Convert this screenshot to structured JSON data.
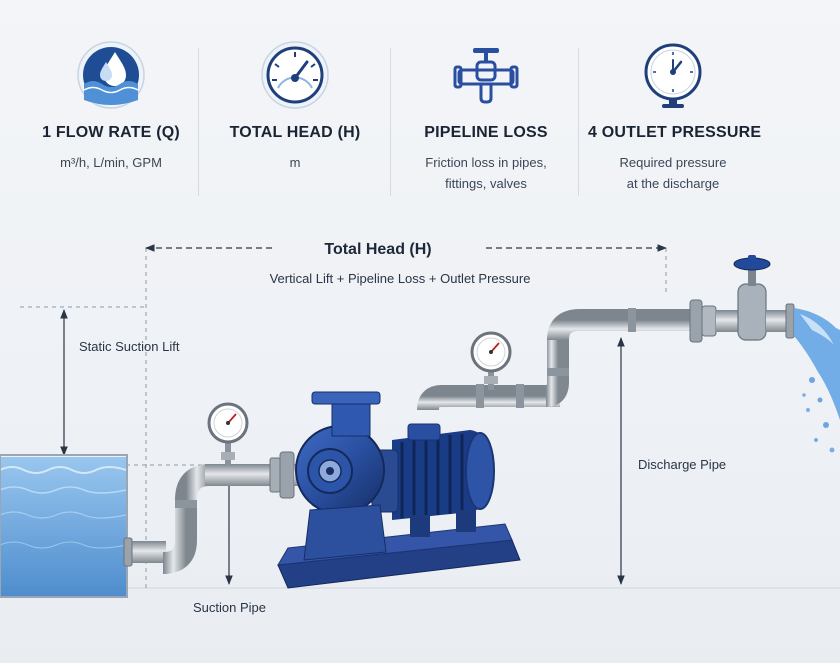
{
  "header": {
    "cards": [
      {
        "title": "1 FLOW RATE (Q)",
        "sub": [
          "m³/h, L/min, GPM"
        ],
        "icon": "water-drop-icon"
      },
      {
        "title": "TOTAL HEAD (H)",
        "sub": [
          "m"
        ],
        "icon": "gauge-icon"
      },
      {
        "title": "PIPELINE LOSS",
        "sub": [
          "Friction loss in pipes,",
          "fittings, valves"
        ],
        "icon": "valve-icon"
      },
      {
        "title": "4 OUTLET PRESSURE",
        "sub": [
          "Required pressure",
          "at the discharge"
        ],
        "icon": "pressure-gauge-icon"
      }
    ]
  },
  "diagram": {
    "total_head_title": "Total Head (H)",
    "total_head_formula": "Vertical Lift + Pipeline Loss + Outlet Pressure",
    "static_suction_lift": "Static Suction Lift",
    "discharge_pipe": "Discharge Pipe",
    "suction_pipe": "Suction Pipe"
  },
  "colors": {
    "pump_blue": "#2a4fa0",
    "water_blue": "#5a9fd8",
    "pipe_grey": "#a9b0b8",
    "accent_navy": "#1f3f7a"
  }
}
